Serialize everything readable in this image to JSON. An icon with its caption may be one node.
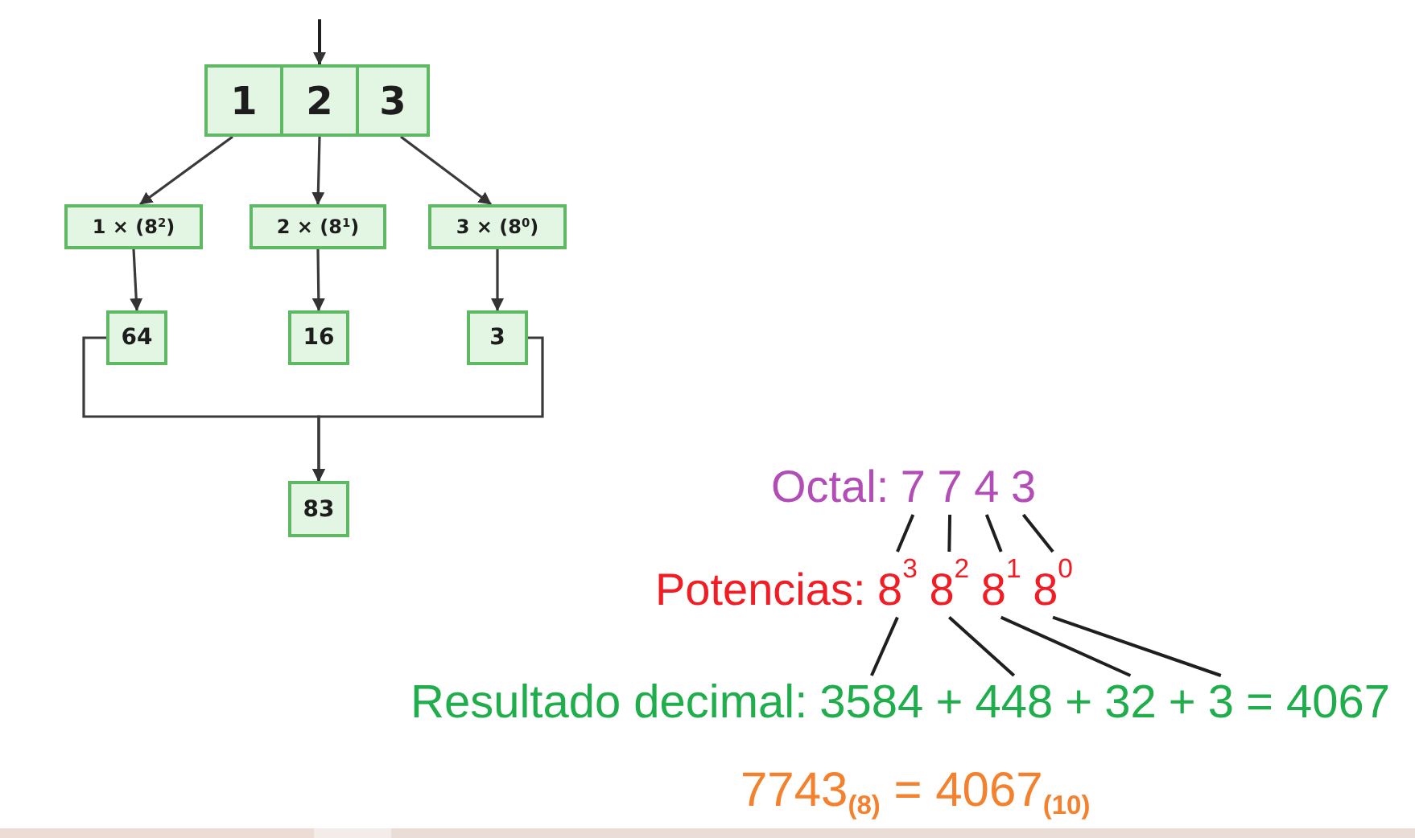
{
  "diagram": {
    "nodes": [
      {
        "text": [
          "1"
        ]
      },
      {
        "text": [
          "2"
        ]
      },
      {
        "text": [
          "3"
        ]
      },
      {
        "text": [
          "1 × (8$^{2}$)"
        ]
      },
      {
        "text": [
          "2 × (8$^{1}$)"
        ]
      },
      {
        "text": [
          "3 × (8$^{0}$)"
        ]
      },
      {
        "text": [
          "64"
        ]
      },
      {
        "text": [
          "16"
        ]
      },
      {
        "text": [
          "3"
        ]
      },
      {
        "text": [
          "83"
        ]
      },
      {
        "text": [
          "7"
        ]
      },
      {
        "text": [
          "7"
        ]
      },
      {
        "text": [
          "4"
        ]
      },
      {
        "text": [
          "3"
        ]
      },
      {
        "text": [
          "8$^{3}$"
        ]
      },
      {
        "text": [
          "8$^{2}$"
        ]
      },
      {
        "text": [
          "8$^{1}$"
        ]
      },
      {
        "text": [
          "8$^{0}$"
        ]
      },
      {
        "text": [
          "3584"
        ]
      },
      {
        "text": [
          "448"
        ]
      },
      {
        "text": [
          "32"
        ]
      },
      {
        "text": [
          "3"
        ]
      }
    ],
    "edges": [
      {
        "from": null,
        "to": 1,
        "arrow": "to"
      },
      {
        "from": 0,
        "to": 3,
        "arrow": "to"
      },
      {
        "from": 1,
        "to": 4,
        "arrow": "to"
      },
      {
        "from": 2,
        "to": 5,
        "arrow": "to"
      },
      {
        "from": 3,
        "to": 6,
        "arrow": "to"
      },
      {
        "from": 4,
        "to": 7,
        "arrow": "to"
      },
      {
        "from": 5,
        "to": 8,
        "arrow": "to"
      },
      {
        "from": 6,
        "to": 9,
        "arrow": "to"
      },
      {
        "from": 8,
        "to": 9,
        "arrow": "to"
      },
      {
        "from": 10,
        "to": 14,
        "arrow": "none"
      },
      {
        "from": 11,
        "to": 15,
        "arrow": "none"
      },
      {
        "from": 12,
        "to": 16,
        "arrow": "none"
      },
      {
        "from": 13,
        "to": 17,
        "arrow": "none"
      },
      {
        "from": 14,
        "to": 18,
        "arrow": "none"
      },
      {
        "from": 15,
        "to": 19,
        "arrow": "none"
      },
      {
        "from": 16,
        "to": 20,
        "arrow": "none"
      },
      {
        "from": 17,
        "to": 21,
        "arrow": "none"
      }
    ],
    "labels": [
      "Octal:",
      "Potencias:",
      "Resultado decimal:",
      "+",
      "+",
      "+",
      "= 4067",
      "7743$_{(8)}$ = 4067$_{(10)}$"
    ]
  }
}
